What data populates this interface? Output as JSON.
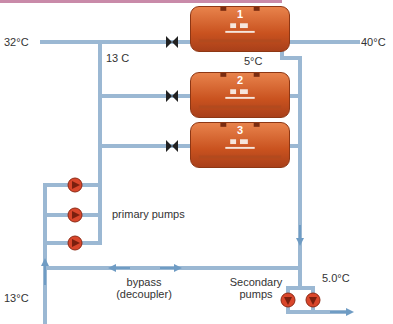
{
  "diagram": {
    "nodes": [
      {
        "text": [
          "1"
        ]
      },
      {
        "text": [
          "2"
        ]
      },
      {
        "text": [
          "3"
        ]
      }
    ],
    "labels": [
      "32°C",
      "40°C",
      "13 C",
      "5°C",
      "primary pumps",
      "bypass (decoupler)",
      "Secondary pumps",
      "5.0°C",
      "13°C"
    ]
  }
}
